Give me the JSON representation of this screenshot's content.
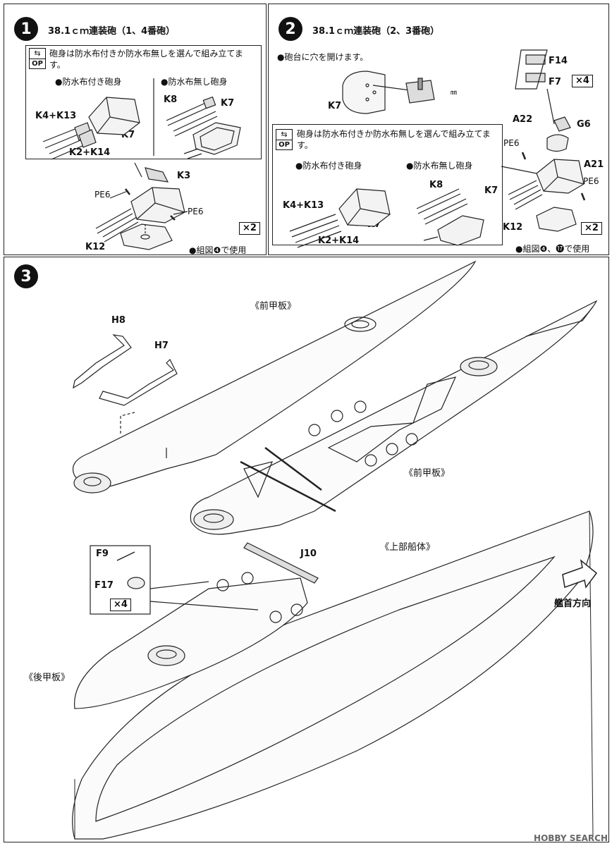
{
  "step1": {
    "number": "1",
    "title": "38.1ｃｍ連装砲（1、4番砲）",
    "op_note": "砲身は防水布付きか防水布無しを選んで組み立てます。",
    "op_label": "OP",
    "with_cover": "●防水布付き砲身",
    "without_cover": "●防水布無し砲身",
    "labels": {
      "k4k13": "K4+K13",
      "k7a": "K7",
      "k2k14": "K2+K14",
      "k8": "K8",
      "k7b": "K7",
      "k3": "K3",
      "pe6a": "PE6",
      "pe6b": "PE6",
      "k12": "K12"
    },
    "multiplier": "×2",
    "usage": "●組図❹で使用"
  },
  "step2": {
    "number": "2",
    "title": "38.1ｃｍ連装砲（2、3番砲）",
    "drill_note": "●砲台に穴を開けます。",
    "drill_size": "㎜",
    "op_note": "砲身は防水布付きか防水布無しを選んで組み立てます。",
    "op_label": "OP",
    "with_cover": "●防水布付き砲身",
    "without_cover": "●防水布無し砲身",
    "labels": {
      "k7top": "K7",
      "f14": "F14",
      "f7": "F7",
      "a22": "A22",
      "g6": "G6",
      "pe6a": "PE6",
      "a21": "A21",
      "pe6b": "PE6",
      "k4k13": "K4+K13",
      "k7a": "K7",
      "k2k14": "K2+K14",
      "k8": "K8",
      "k7b": "K7",
      "k12": "K12"
    },
    "multiplier_parts": "×4",
    "multiplier": "×2",
    "usage": "●組図❹、⓱で使用"
  },
  "step3": {
    "number": "3",
    "labels": {
      "h8": "H8",
      "h7": "H7",
      "fore_deck_a": "《前甲板》",
      "fore_deck_b": "《前甲板》",
      "upper_hull": "《上部船体》",
      "aft_deck": "《後甲板》",
      "j10": "J10",
      "f9": "F9",
      "f17": "F17",
      "bow_direction": "艦首方向"
    },
    "multiplier": "×4"
  },
  "watermark": "HOBBY SEARCH"
}
